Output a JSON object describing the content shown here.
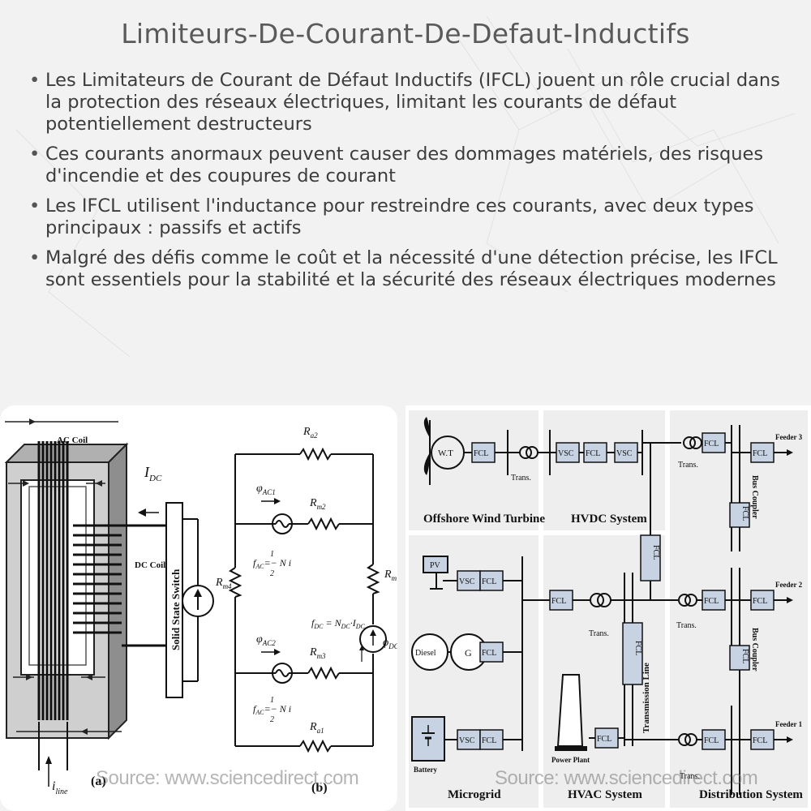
{
  "title": "Limiteurs-De-Courant-De-Defaut-Inductifs",
  "bullets": [
    "Les Limitateurs de Courant de Défaut Inductifs (IFCL) jouent un rôle crucial dans la protection des réseaux électriques, limitant les courants de défaut potentiellement destructeurs",
    "Ces courants anormaux peuvent causer des dommages matériels, des risques d'incendie et des coupures de courant",
    "Les IFCL utilisent l'inductance pour restreindre ces courants, avec deux types principaux : passifs et actifs",
    "Malgré des défis comme le coût et la nécessité d'une détection précise, les IFCL sont essentiels pour la stabilité et la sécurité des réseaux électriques modernes"
  ],
  "bullet_glyph": "•",
  "left_figure": {
    "ac_coil": "AC Coil",
    "dc_coil": "DC Coil",
    "switch": "Solid State Switch",
    "i_dc": "I",
    "i_dc_sub": "DC",
    "i_line": "i",
    "i_line_sub": "line",
    "label_a": "(a)",
    "label_b": "(b)",
    "ra2": "R",
    "ra2_sub": "a2",
    "phi_ac1": "φ",
    "phi_ac1_sub": "AC1",
    "rm2": "R",
    "rm2_sub": "m2",
    "rm4": "R",
    "rm4_sub": "m4",
    "rm": "R",
    "rm_sub": "m",
    "f_ac1": "f",
    "f_ac1_sub": "AC",
    "f_ac1_eq": "=− N i",
    "f_dc": "f",
    "f_dc_sub": "DC",
    "f_dc_eq": " = N",
    "f_dc_eq2": "·I",
    "n_dc_sub": "DC",
    "i_dc2_sub": "DC",
    "phi_dc": "ϕ",
    "phi_dc_sub": "DC",
    "phi_ac2": "φ",
    "phi_ac2_sub": "AC2",
    "rm3": "R",
    "rm3_sub": "m3",
    "f_ac2": "f",
    "f_ac2_sub": "AC",
    "f_ac2_eq": "=− N i",
    "ra1": "R",
    "ra1_sub": "a1",
    "frac_num": "1",
    "frac_den": "2",
    "n_ac_sub": "AC",
    "i_line_sub2": "line",
    "source": "Source: www.sciencedirect.com"
  },
  "right_figure": {
    "wt": "W.T",
    "fcl": "FCL",
    "trans": "Trans.",
    "vsc": "VSC",
    "pv": "PV",
    "diesel": "Diesel",
    "g": "G",
    "battery": "Battery",
    "power_plant": "Power Plant",
    "offshore": "Offshore Wind Turbine",
    "hvdc": "HVDC System",
    "microgrid": "Microgrid",
    "hvac": "HVAC System",
    "distribution": "Distribution System",
    "transmission_line": "Transmission Line",
    "bus_coupler": "Bus Coupler",
    "feeder1": "Feeder 1",
    "feeder2": "Feeder 2",
    "feeder3": "Feeder 3",
    "source": "Source: www.sciencedirect.com"
  }
}
